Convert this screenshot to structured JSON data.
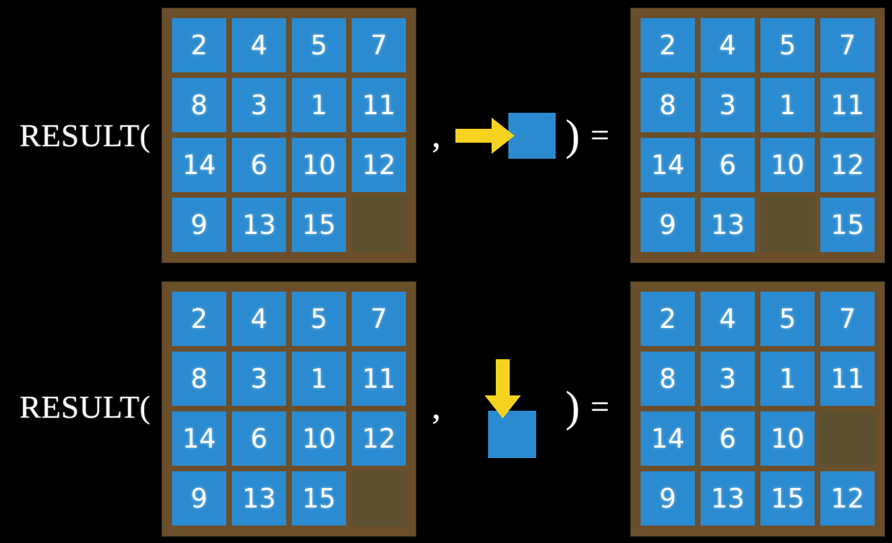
{
  "diagram": {
    "title": "RESULT function applied to 15-puzzle states",
    "background_color": "#000000",
    "tile_color": "#2b8bd0",
    "board_frame_color": "#6b4e2a",
    "board_gap_color": "#5d5130",
    "arrow_color": "#f5d320",
    "text_color": "#ffffff"
  },
  "symbols": {
    "result_label": "RESULT(",
    "comma": ",",
    "close_paren": ")",
    "equals": "="
  },
  "rows": [
    {
      "id": "row-right-move",
      "action": {
        "type": "arrow-right-onto-tile",
        "direction": "right",
        "icon_name": "arrow-right-icon",
        "tile_icon_name": "blank-tile-icon"
      },
      "input_board": {
        "name": "input-board-right-move",
        "cells": [
          "2",
          "4",
          "5",
          "7",
          "8",
          "3",
          "1",
          "11",
          "14",
          "6",
          "10",
          "12",
          "9",
          "13",
          "15",
          ""
        ]
      },
      "output_board": {
        "name": "output-board-right-move",
        "cells": [
          "2",
          "4",
          "5",
          "7",
          "8",
          "3",
          "1",
          "11",
          "14",
          "6",
          "10",
          "12",
          "9",
          "13",
          "",
          "15"
        ]
      }
    },
    {
      "id": "row-down-move",
      "action": {
        "type": "arrow-down-onto-tile",
        "direction": "down",
        "icon_name": "arrow-down-icon",
        "tile_icon_name": "blank-tile-icon"
      },
      "input_board": {
        "name": "input-board-down-move",
        "cells": [
          "2",
          "4",
          "5",
          "7",
          "8",
          "3",
          "1",
          "11",
          "14",
          "6",
          "10",
          "12",
          "9",
          "13",
          "15",
          ""
        ]
      },
      "output_board": {
        "name": "output-board-down-move",
        "cells": [
          "2",
          "4",
          "5",
          "7",
          "8",
          "3",
          "1",
          "11",
          "14",
          "6",
          "10",
          "",
          "9",
          "13",
          "15",
          "12"
        ]
      }
    }
  ]
}
